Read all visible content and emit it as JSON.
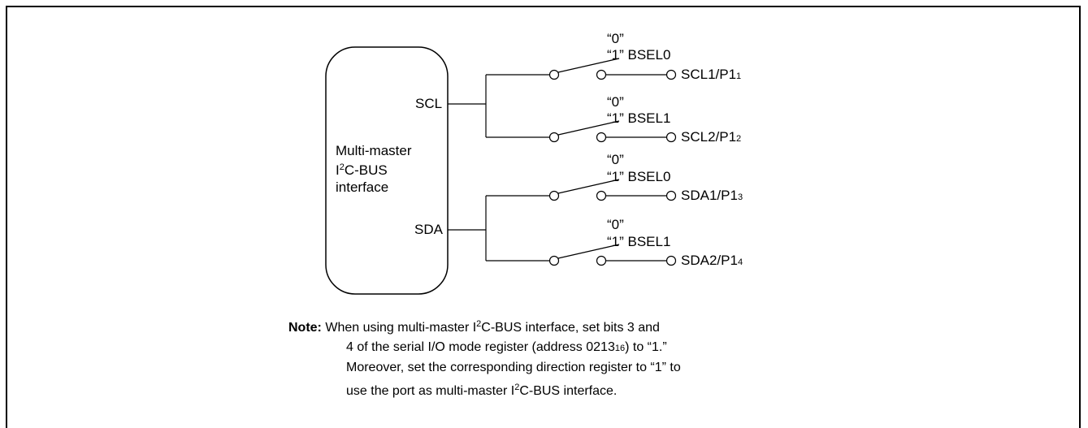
{
  "block": {
    "line1": "Multi-master",
    "line2_prefix": "I",
    "line2_sup": "2",
    "line2_suffix": "C-BUS",
    "line3": "interface"
  },
  "pins": {
    "scl": "SCL",
    "sda": "SDA"
  },
  "switches": [
    {
      "label0": "“0”",
      "label1": "“1” BSEL0",
      "port": "SCL1/P1",
      "port_sub": "1"
    },
    {
      "label0": "“0”",
      "label1": "“1” BSEL1",
      "port": "SCL2/P1",
      "port_sub": "2"
    },
    {
      "label0": "“0”",
      "label1": "“1” BSEL0",
      "port": "SDA1/P1",
      "port_sub": "3"
    },
    {
      "label0": "“0”",
      "label1": "“1” BSEL1",
      "port": "SDA2/P1",
      "port_sub": "4"
    }
  ],
  "note": {
    "head": "Note:",
    "l1_a": " When using multi-master I",
    "l1_sup": "2",
    "l1_b": "C-BUS interface, set bits 3 and",
    "l2_a": "4 of the serial I/O mode register (address 0213",
    "l2_sub": "16",
    "l2_b": ") to “1.”",
    "l3": "Moreover, set the corresponding direction register to “1” to",
    "l4_a": "use the port as multi-master I",
    "l4_sup": "2",
    "l4_b": "C-BUS interface."
  }
}
